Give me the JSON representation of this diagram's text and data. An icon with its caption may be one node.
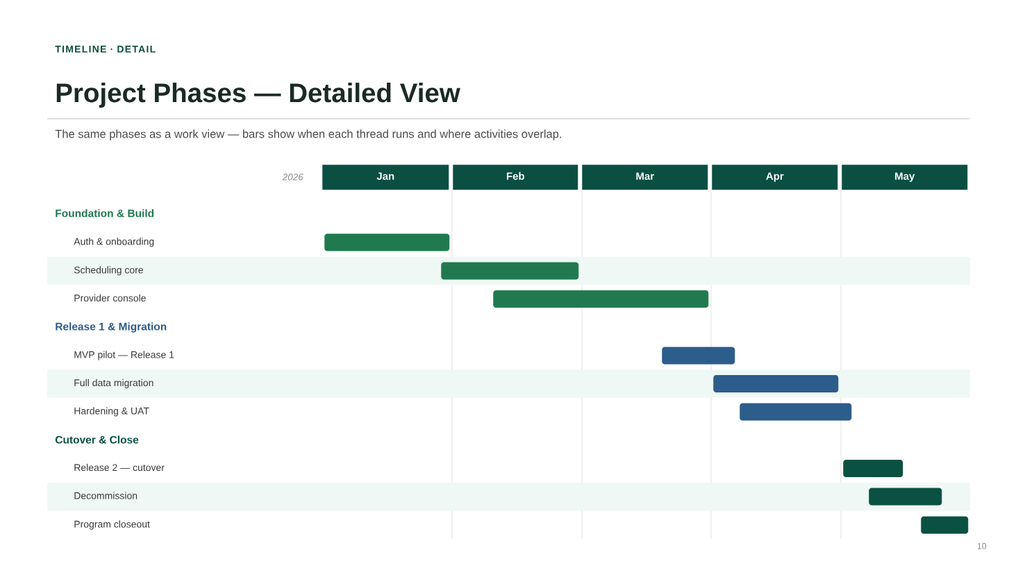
{
  "diagram": {
    "title": "Project Phases — Detailed View",
    "nodes": [
      {
        "text": [
          "Jan"
        ]
      },
      {
        "text": [
          "Feb"
        ]
      },
      {
        "text": [
          "Mar"
        ]
      },
      {
        "text": [
          "Apr"
        ]
      },
      {
        "text": [
          "May"
        ]
      },
      {
        "text": [],
        "shape": "bar"
      },
      {
        "text": [],
        "shape": "bar"
      },
      {
        "text": [],
        "shape": "bar"
      },
      {
        "text": [],
        "shape": "bar"
      },
      {
        "text": [],
        "shape": "bar"
      },
      {
        "text": [],
        "shape": "bar"
      },
      {
        "text": [],
        "shape": "bar"
      },
      {
        "text": [],
        "shape": "bar"
      },
      {
        "text": [],
        "shape": "bar"
      }
    ],
    "labels": [
      "TIMELINE · DETAIL",
      "The same phases as a work view — bars show when each thread runs and where activities overlap.",
      "2026",
      "Foundation & Build",
      "Auth & onboarding",
      "Scheduling core",
      "Provider console",
      "Release 1 & Migration",
      "MVP pilot — Release 1",
      "Full data migration",
      "Hardening & UAT",
      "Cutover & Close",
      "Release 2 — cutover",
      "Decommission",
      "Program closeout",
      "10"
    ]
  }
}
